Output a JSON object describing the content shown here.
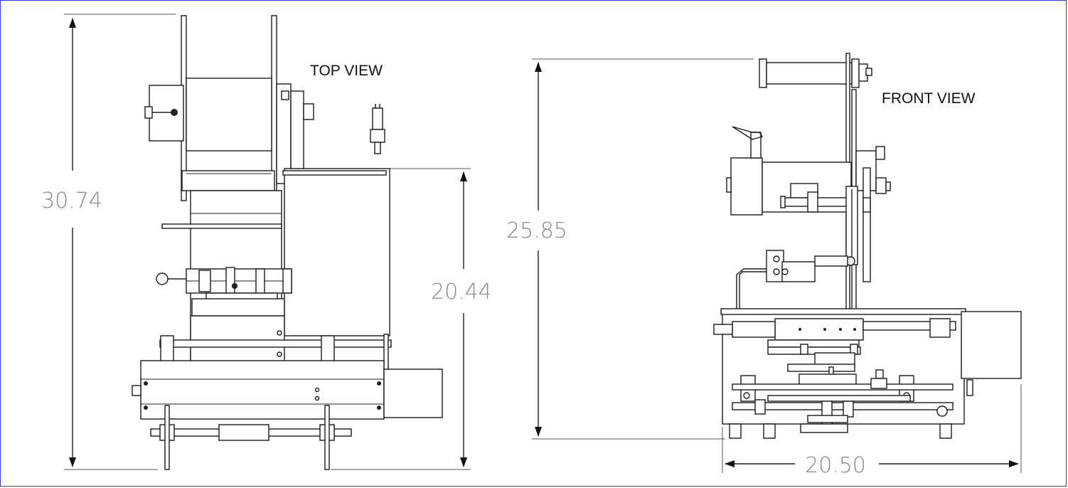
{
  "views": {
    "top": {
      "label": "TOP VIEW"
    },
    "front": {
      "label": "FRONT VIEW"
    }
  },
  "dimensions": {
    "top_overall_height": "30.74",
    "top_body_height": "20.44",
    "front_overall_height": "25.85",
    "front_width": "20.50"
  },
  "colors": {
    "frame_border": "#3a3ad0",
    "dimension_text": "#8a8a8a",
    "line": "#1a1a1a"
  }
}
